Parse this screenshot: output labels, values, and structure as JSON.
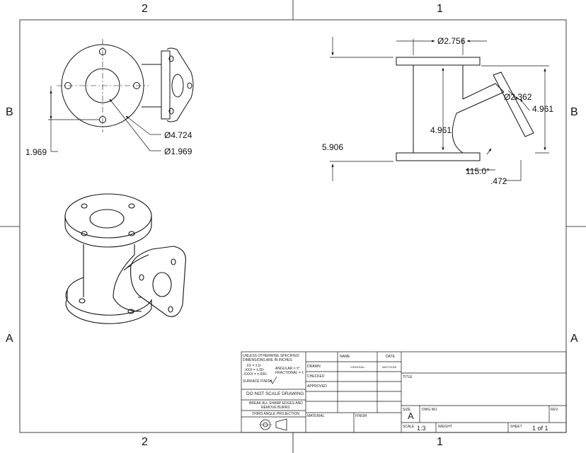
{
  "zones": {
    "cols": [
      "2",
      "1"
    ],
    "rows": [
      "B",
      "A"
    ]
  },
  "dimensions": {
    "front_view": {
      "d_outer": "Ø4.724",
      "d_bolt": "Ø1.969",
      "offset": "1.969"
    },
    "side_view": {
      "d_top": "Ø2.756",
      "d_branch": "Ø2.362",
      "h_inner": "4.961",
      "h_right": "4.961",
      "height": "5.906",
      "angle": "115.0°",
      "offset": ".472"
    }
  },
  "title_block": {
    "notes_line1": "UNLESS OTHERWISE SPECIFIED:",
    "notes_line2": "DIMENSIONS ARE IN INCHES",
    "tol_x": ".XX = ±.0-",
    "tol_xx": ".XXX = ±.00-",
    "tol_xxx": ".XXXX = ±.000-",
    "tol_angular": "ANGULAR = ±°",
    "tol_fractional": "FRACTIONAL = ±",
    "surface_finish": "SURFACE FINISH:",
    "do_not_scale": "DO NOT SCALE DRAWING",
    "break_edges_1": "BREAK ALL SHARP EDGES AND",
    "break_edges_2": "REMOVE BURRS",
    "projection": "THIRD ANGLE PROJECTION",
    "col_name": "NAME",
    "col_date": "DATE",
    "drawn": "DRAWN",
    "checked": "CHECKED",
    "approved": "APPROVED",
    "drawn_name": "VIVEKSAU",
    "drawn_date": "08/27/2025",
    "title_label": "TITLE",
    "material_label": "MATERIAL",
    "finish_label": "FINISH",
    "size_label": "SIZE",
    "size_value": "A",
    "dwg_no_label": "DWG NO.",
    "rev_label": "REV.",
    "scale_label": "SCALE",
    "scale_value": "1:3",
    "weight_label": "WEIGHT",
    "sheet_label": "SHEET",
    "sheet_value": "1 of 1"
  }
}
